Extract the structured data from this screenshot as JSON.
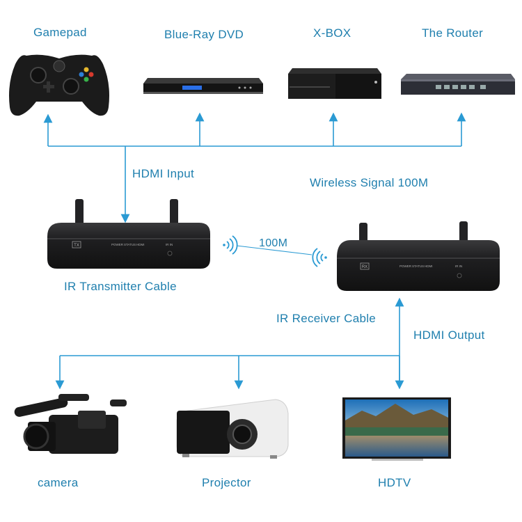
{
  "colors": {
    "accent": "#1f7fae",
    "line": "#2a9ad3",
    "device": "#1c1c1e"
  },
  "sources": [
    {
      "label": "Gamepad",
      "icon": "gamepad-icon"
    },
    {
      "label": "Blue-Ray DVD",
      "icon": "bluray-player-icon"
    },
    {
      "label": "X-BOX",
      "icon": "xbox-console-icon"
    },
    {
      "label": "The Router",
      "icon": "router-icon"
    }
  ],
  "links": {
    "hdmi_input": "HDMI Input",
    "wireless_signal": "Wireless Signal 100M",
    "speed": "100M",
    "hdmi_output": "HDMI Output"
  },
  "transmitter": {
    "label": "IR Transmitter Cable",
    "badge": "TX",
    "indicators": [
      "POWER",
      "STATUS",
      "HDMI"
    ],
    "port": "IR IN"
  },
  "receiver": {
    "label": "IR Receiver Cable",
    "badge": "RX",
    "indicators": [
      "POWER",
      "STATUS",
      "HDMI"
    ],
    "port": "IR IN"
  },
  "outputs": [
    {
      "label": "camera",
      "icon": "camcorder-icon"
    },
    {
      "label": "Projector",
      "icon": "projector-icon"
    },
    {
      "label": "HDTV",
      "icon": "hdtv-icon"
    }
  ]
}
